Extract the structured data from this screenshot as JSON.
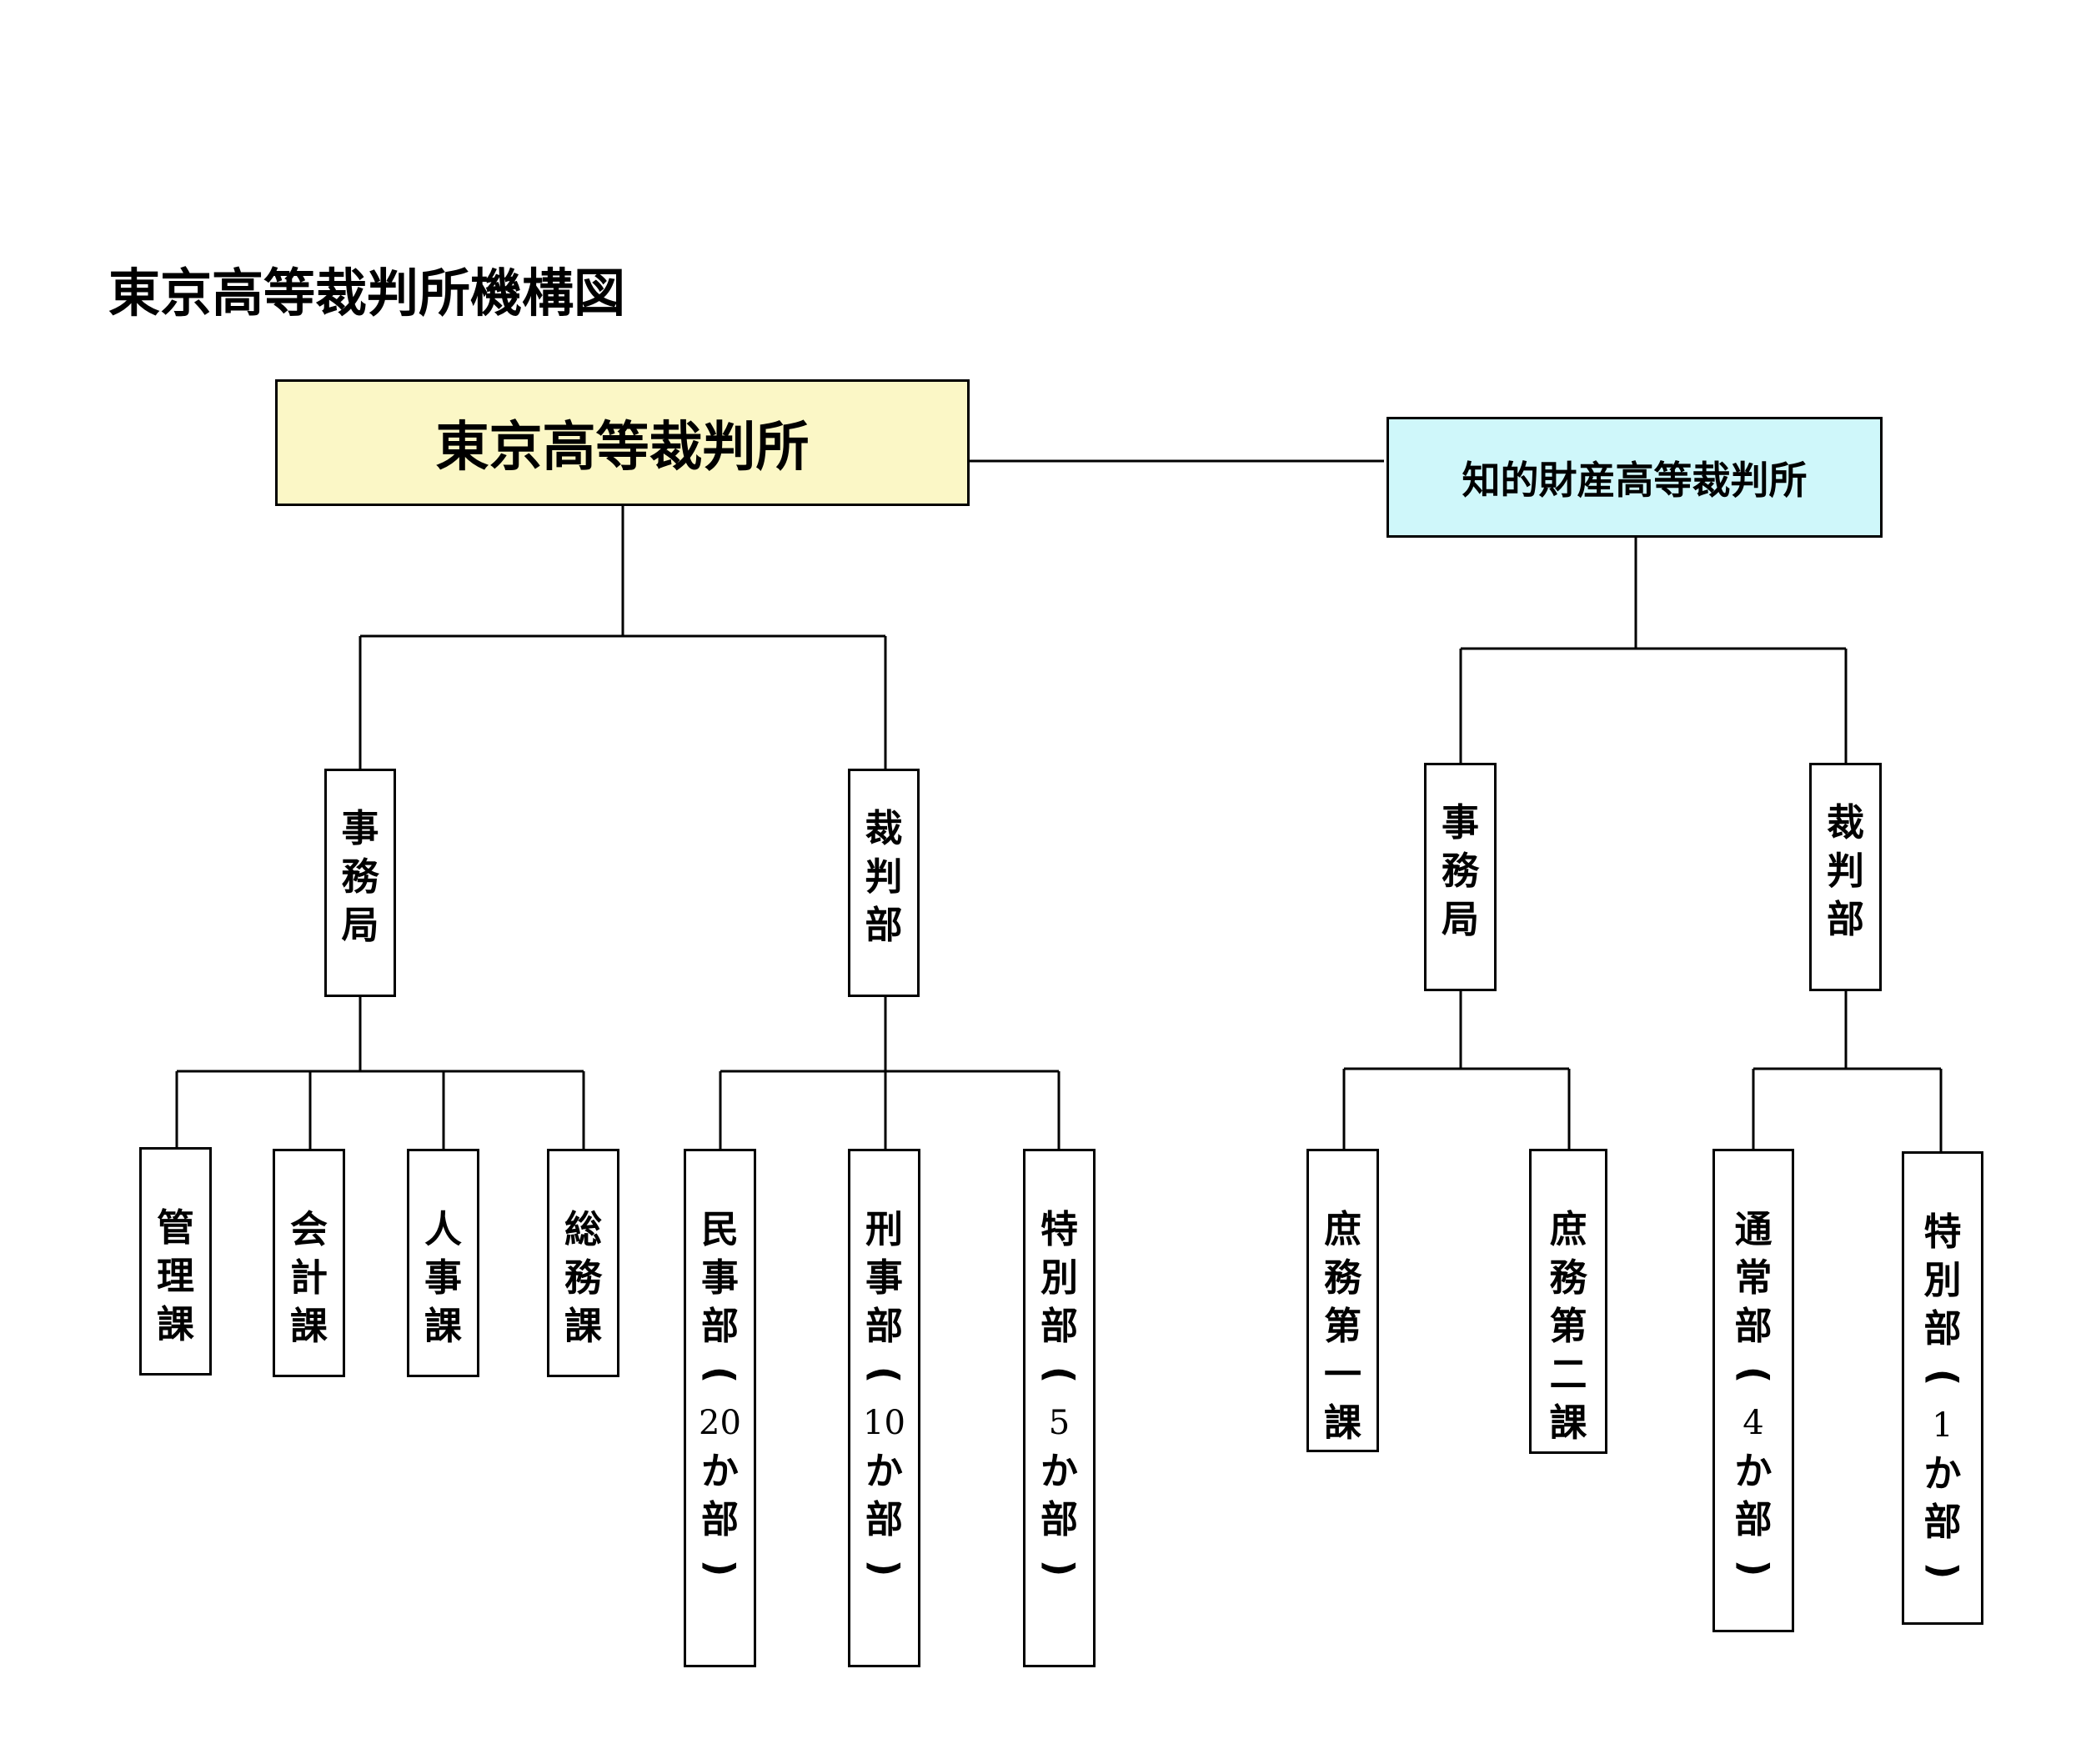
{
  "title": "東京高等裁判所機構図",
  "colors": {
    "tokyo_fill": "#FBF7C6",
    "ip_fill": "#CFF7FA",
    "line": "#000000"
  },
  "tokyo_court": "東京高等裁判所",
  "ip_court": "知的財産高等裁判所",
  "tokyo": {
    "secretariat": "事務局",
    "judicial": "裁判部",
    "secretariat_units": [
      "管理課",
      "会計課",
      "人事課",
      "総務課"
    ],
    "judicial_units": [
      "民事部(20か部)",
      "刑事部(10か部)",
      "特別部(5か部)"
    ]
  },
  "ip": {
    "secretariat": "事務局",
    "judicial": "裁判部",
    "secretariat_units": [
      "庶務第一課",
      "庶務第二課"
    ],
    "judicial_units": [
      "通常部(4か部)",
      "特別部(1か部)"
    ]
  }
}
